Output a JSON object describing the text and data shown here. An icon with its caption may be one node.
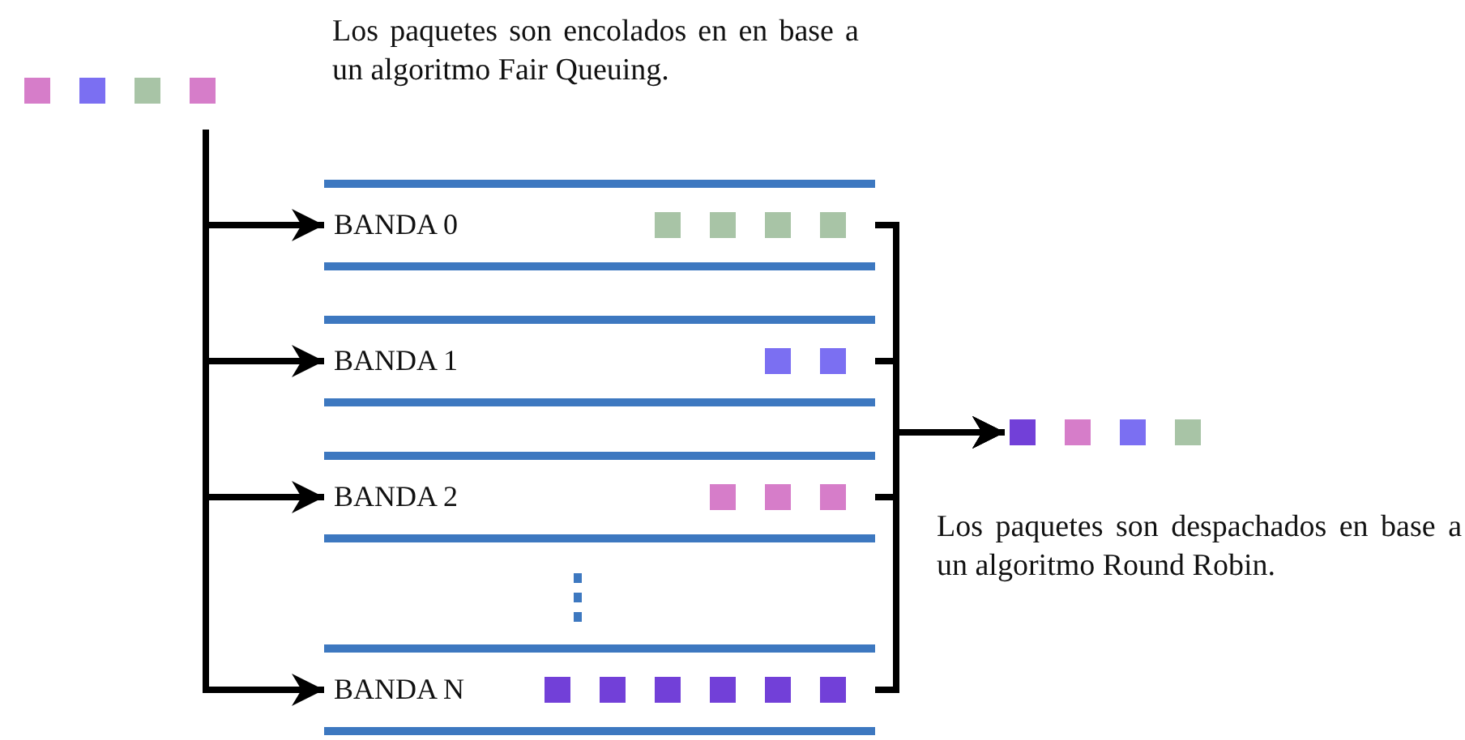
{
  "diagram": {
    "nodes": [
      {
        "text": [],
        "shape": "box"
      },
      {
        "text": [
          "BANDA 0"
        ]
      },
      {
        "text": [
          "BANDA 1"
        ]
      },
      {
        "text": [
          "BANDA 2"
        ]
      },
      {
        "text": [
          "BANDA N"
        ]
      },
      {
        "text": [],
        "shape": "box"
      }
    ],
    "edges": [
      {
        "from": 0,
        "to": 1,
        "arrow": "to"
      },
      {
        "from": 0,
        "to": 2,
        "arrow": "to"
      },
      {
        "from": 0,
        "to": 3,
        "arrow": "to"
      },
      {
        "from": 0,
        "to": 4,
        "arrow": "to"
      },
      {
        "from": 1,
        "to": 5,
        "arrow": "to"
      },
      {
        "from": 2,
        "to": 5,
        "arrow": "to"
      },
      {
        "from": 3,
        "to": 5,
        "arrow": "to"
      },
      {
        "from": 4,
        "to": 5,
        "arrow": "to"
      }
    ],
    "labels": [
      "Los paquetes son encolados en en base a un algoritmo Fair Queuing.",
      "Los paquetes son despachados en base a un algoritmo Round Robin."
    ]
  }
}
